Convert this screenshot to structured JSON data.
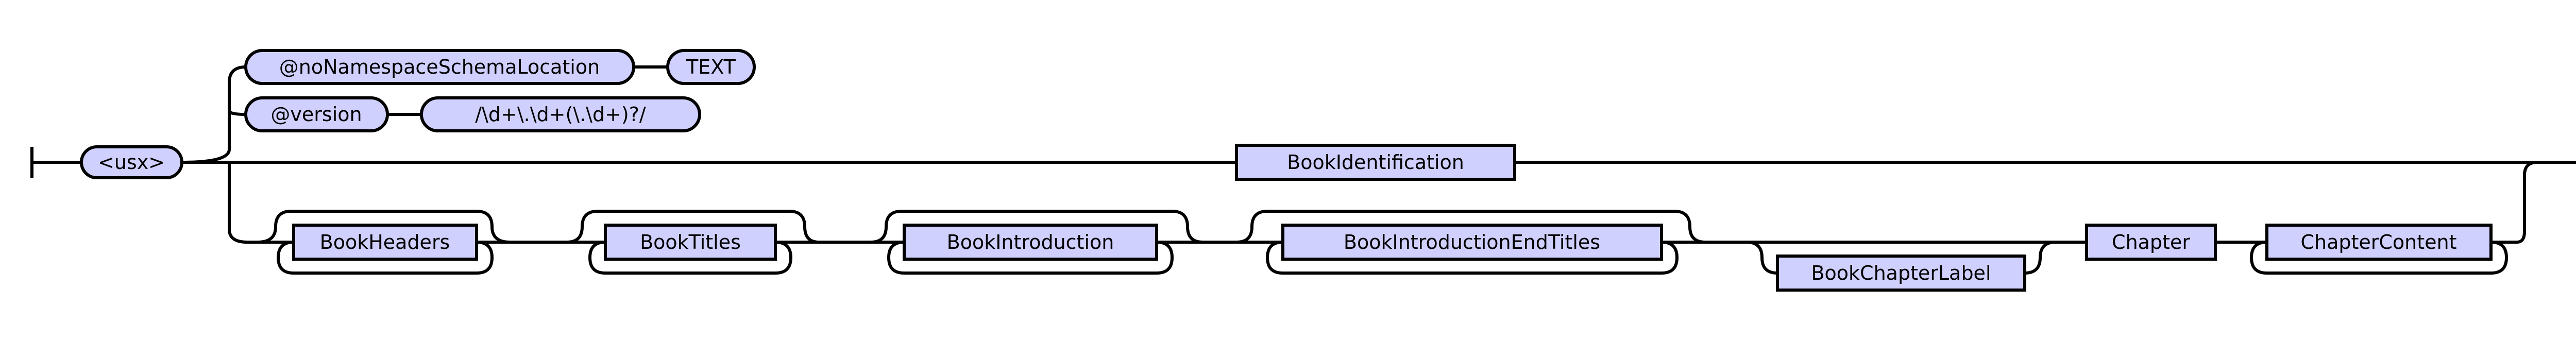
{
  "diagram": {
    "root": "<usx>",
    "attributes": [
      {
        "name": "@noNamespaceSchemaLocation",
        "value": "TEXT"
      },
      {
        "name": "@version",
        "value": "/\\d+\\.\\d+(\\.\\d+)?/"
      }
    ],
    "choice_option": "BookIdentification",
    "sequence": [
      {
        "label": "BookHeaders",
        "repeatable": true,
        "optional": true
      },
      {
        "label": "BookTitles",
        "repeatable": true,
        "optional": true
      },
      {
        "label": "BookIntroduction",
        "repeatable": true,
        "optional": true
      },
      {
        "label": "BookIntroductionEndTitles",
        "repeatable": true,
        "optional": true
      },
      {
        "label": "BookChapterLabel",
        "repeatable": false,
        "optional": true
      },
      {
        "label": "Chapter",
        "repeatable": false,
        "optional": false
      },
      {
        "label": "ChapterContent",
        "repeatable": true,
        "optional": false
      }
    ]
  }
}
